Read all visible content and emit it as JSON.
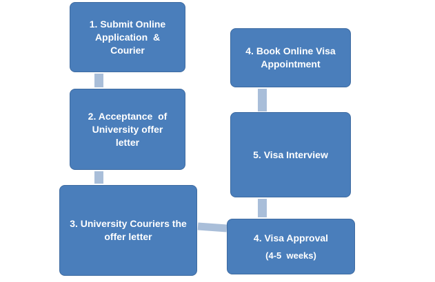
{
  "steps": {
    "step1": {
      "lines": [
        "1. Submit Online",
        "Application  &",
        "Courier"
      ]
    },
    "step2": {
      "lines": [
        "2. Acceptance  of",
        "University offer",
        "letter"
      ]
    },
    "step3": {
      "lines": [
        "3. University Couriers the",
        "offer letter"
      ]
    },
    "step4_approval": {
      "title": "4. Visa Approval",
      "subtitle": "(4-5  weeks)"
    },
    "step5": {
      "lines": [
        "5. Visa Interview"
      ]
    },
    "step4_book": {
      "lines": [
        "4. Book Online Visa",
        "Appointment"
      ]
    }
  },
  "colors": {
    "box_fill": "#4a7ebb",
    "box_border": "#3d6aa0",
    "connector": "#a9bed9",
    "text": "#ffffff"
  }
}
